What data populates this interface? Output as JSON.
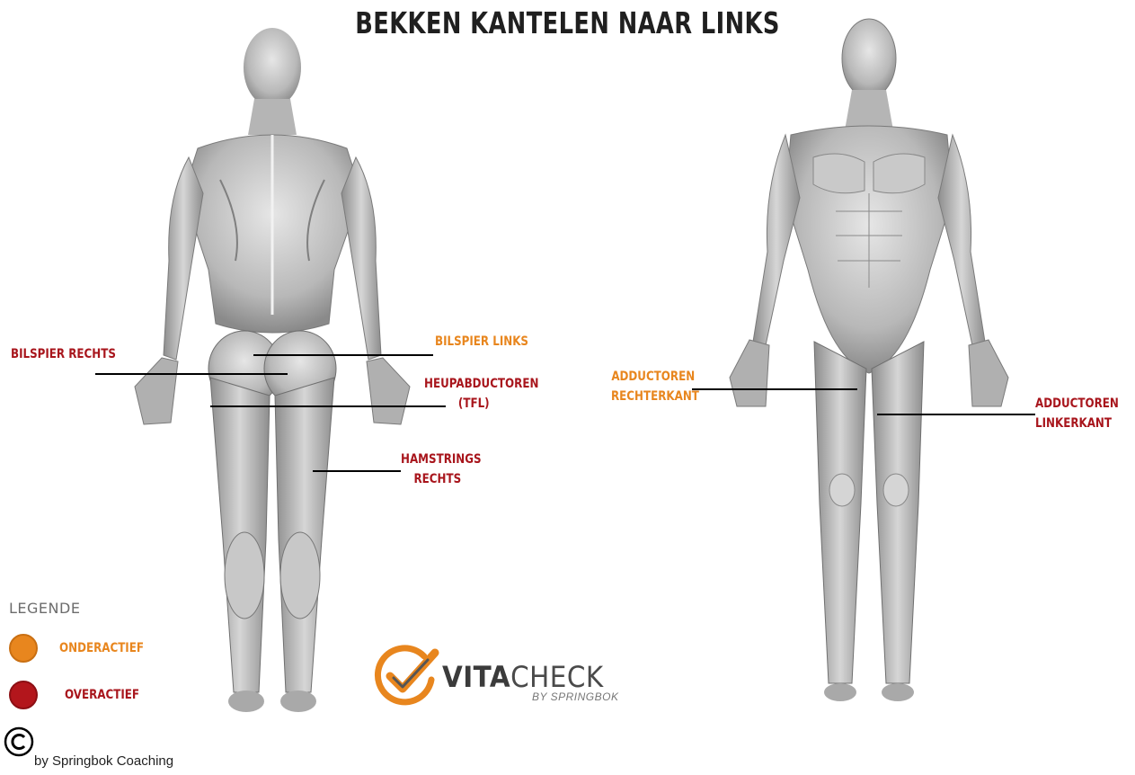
{
  "title": "BEKKEN KANTELEN NAAR LINKS",
  "labels": {
    "bilspier_rechts": "BILSPIER RECHTS",
    "bilspier_links": "BILSPIER LINKS",
    "heupabductoren_1": "HEUPABDUCTOREN",
    "heupabductoren_2": "(TFL)",
    "hamstrings_1": "HAMSTRINGS",
    "hamstrings_2": "RECHTS",
    "adductoren_rechts_1": "ADDUCTOREN",
    "adductoren_rechts_2": "RECHTERKANT",
    "adductoren_links_1": "ADDUCTOREN",
    "adductoren_links_2": "LINKERKANT"
  },
  "legend": {
    "title": "LEGENDE",
    "underactive": "ONDERACTIEF",
    "overactive": "OVERACTIEF"
  },
  "logo": {
    "vita": "VITA",
    "check": "CHECK",
    "sub": "BY SPRINGBOK"
  },
  "credit": "by Springbok Coaching",
  "colors": {
    "overactive": "#a8151c",
    "underactive": "#e8861e"
  }
}
